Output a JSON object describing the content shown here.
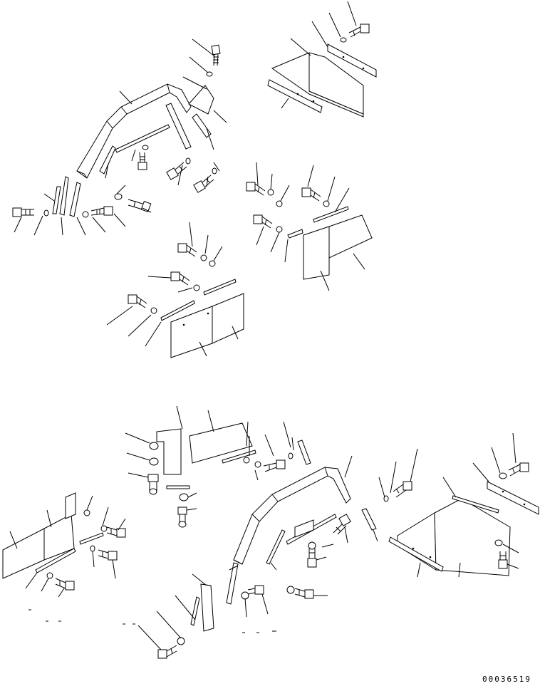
{
  "drawing": {
    "code": "00036519",
    "colors": {
      "line": "#000000",
      "background": "#ffffff"
    },
    "groups": [
      "top-left-fender-guard-assembly",
      "top-right-mud-flap-assembly",
      "center-right-mud-flap-assembly",
      "center-left-mud-flap-assembly",
      "bottom-left-mud-flap-assembly",
      "bottom-center-bracket-assembly",
      "bottom-center-fender-guard-assembly",
      "bottom-right-mud-flap-assembly"
    ]
  }
}
